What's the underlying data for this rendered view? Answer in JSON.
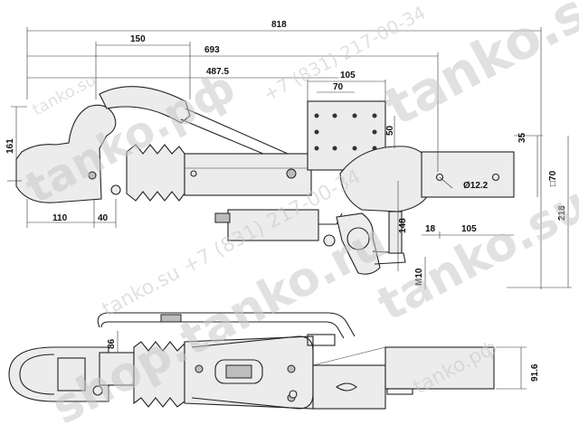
{
  "dimensions": {
    "overall_length": "818",
    "to_hole": "693",
    "to_plate": "487.5",
    "head_width": "150",
    "plate_width": "105",
    "plate_hole_spacing": "70",
    "plate_height": "50",
    "right_offset": "35",
    "height_161": "161",
    "front_110": "110",
    "front_40": "40",
    "hole_dia": "Ø12.2",
    "square_70": "□70",
    "height_148": "148",
    "offset_18": "18",
    "tail_105": "105",
    "height_218": "218",
    "bolt": "M10",
    "bottom_86": "86",
    "width_91_6": "91.6"
  },
  "watermarks": {
    "shop": "shop.tanko.ru",
    "phone": "tanko.su +7 (831) 217-00-34",
    "rf": "tanko.рф",
    "su": "tanko.su",
    "small_su": "tanko.su",
    "small_phone": "+7 (831) 217-00-34",
    "bottom_su": "tanko.su",
    "bottom_rf": "tanko.рф"
  },
  "colors": {
    "line": "#222222",
    "watermark": "#c9c9c9"
  }
}
